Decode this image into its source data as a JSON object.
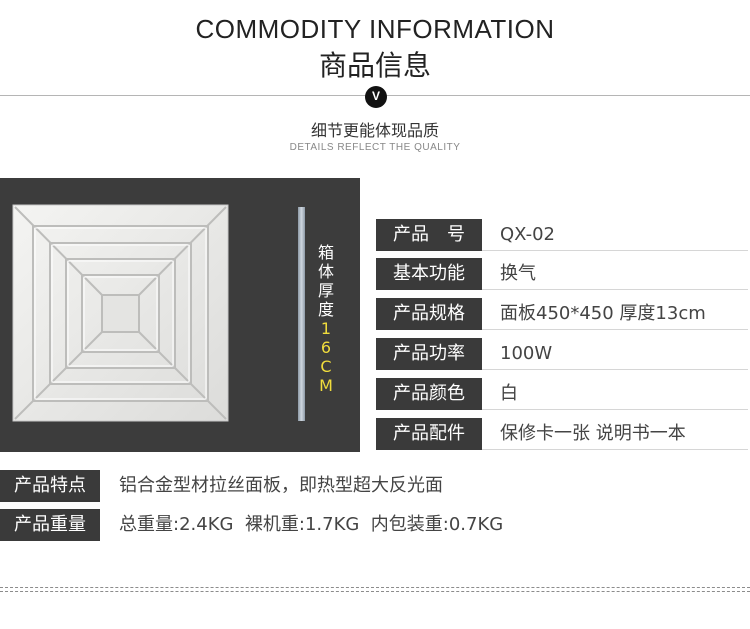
{
  "header": {
    "title_en": "COMMODITY INFORMATION",
    "title_cn": "商品信息",
    "badge": "V",
    "subtitle_cn": "细节更能体现品质",
    "subtitle_en": "DETAILS REFLECT THE QUALITY"
  },
  "photo": {
    "side_label_prefix": "箱体厚度",
    "side_label_highlight": "16CM",
    "background_color": "#3c3c3c",
    "highlight_color": "#f0dc3c"
  },
  "specs": [
    {
      "label": "产品　号",
      "value": "QX-02"
    },
    {
      "label": "基本功能",
      "value": "换气"
    },
    {
      "label": "产品规格",
      "value": "面板450*450 厚度13cm"
    },
    {
      "label": "产品功率",
      "value": "100W"
    },
    {
      "label": "产品颜色",
      "value": "白"
    },
    {
      "label": "产品配件",
      "value": "保修卡一张 说明书一本"
    }
  ],
  "features": [
    {
      "label": "产品特点",
      "value": "铝合金型材拉丝面板，即热型超大反光面"
    },
    {
      "label": "产品重量",
      "value": "总重量:2.4KG  裸机重:1.7KG  内包装重:0.7KG"
    }
  ]
}
